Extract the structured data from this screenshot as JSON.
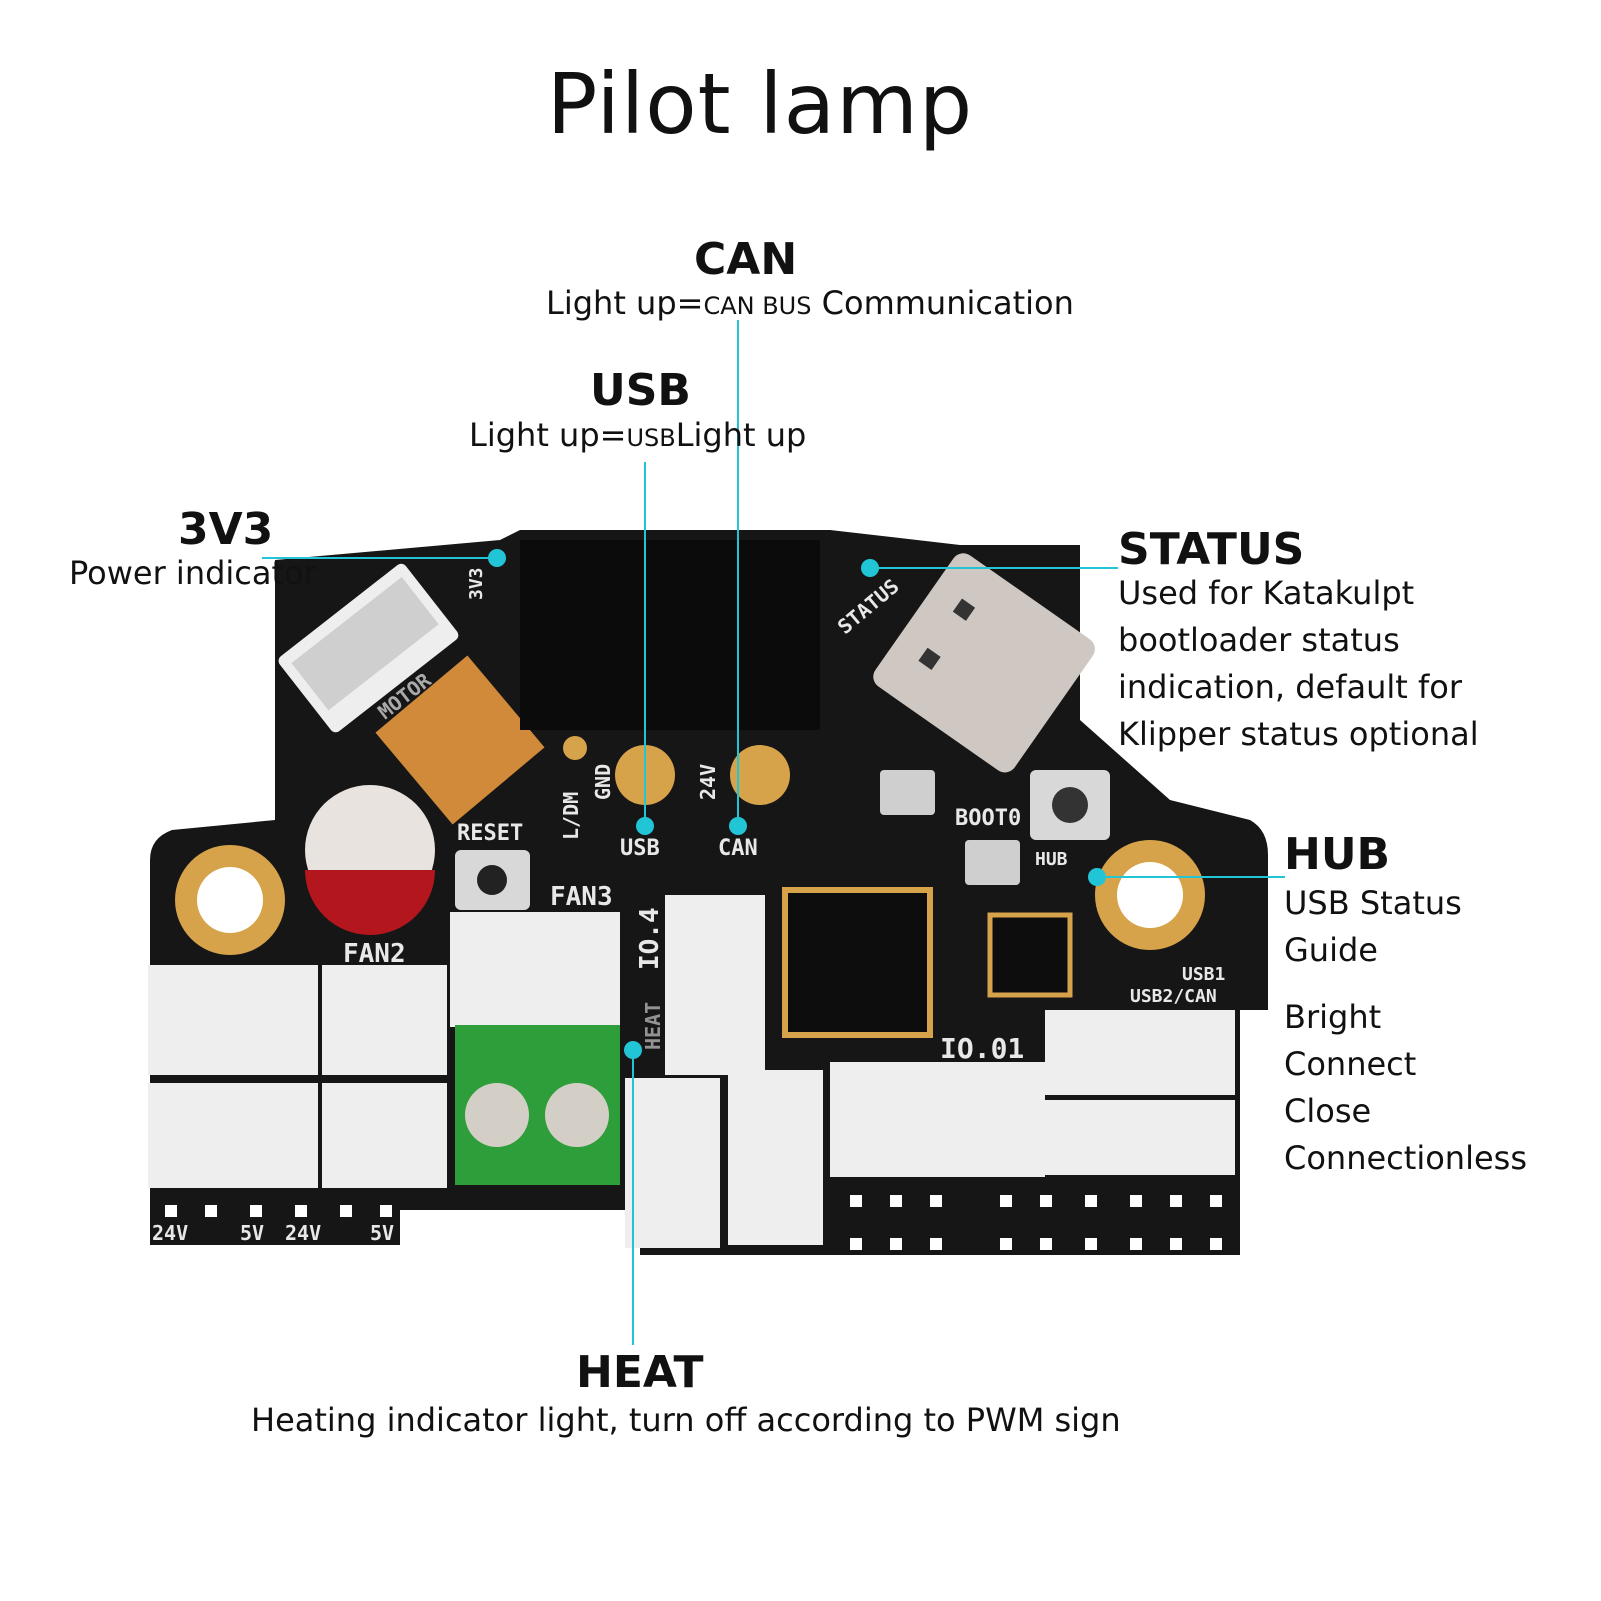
{
  "title": "Pilot lamp",
  "colors": {
    "accent": "#22c5d6",
    "board": "#161616",
    "connector": "#eeeeee",
    "terminal": "#2e9e3a",
    "gold": "#d6a24a"
  },
  "labels": {
    "can": {
      "heading": "CAN",
      "desc_a": "Light up=",
      "desc_b": "CAN BUS",
      "desc_c": " Communication"
    },
    "usb": {
      "heading": "USB",
      "desc_a": "Light up=",
      "desc_b": "USB",
      "desc_c": "Light up"
    },
    "v33": {
      "heading": "3V3",
      "desc": "Power indicator"
    },
    "status": {
      "heading": "STATUS",
      "lines": [
        "Used for Katakulpt",
        "bootloader status",
        "indication, default for",
        "Klipper status optional"
      ]
    },
    "hub": {
      "heading": "HUB",
      "lines": [
        "USB Status",
        "Guide"
      ],
      "states": [
        "Bright",
        "Connect",
        "Close",
        "Connectionless"
      ]
    },
    "heat": {
      "heading": "HEAT",
      "desc": "Heating indicator light, turn off according to PWM sign"
    }
  },
  "silkscreen": {
    "v33": "3V3",
    "motor": "MOTOR",
    "status": "STATUS",
    "reset": "RESET",
    "fan2": "FAN2",
    "fan3": "FAN3",
    "io4": "IO.4",
    "heat": "HEAT",
    "ldm": "L/DM",
    "gnd": "GND",
    "v24": "24V",
    "usb": "USB",
    "can": "CAN",
    "boot0": "BOOT0",
    "hub": "HUB",
    "usb1": "USB1",
    "usb2can": "USB2/CAN",
    "io01": "IO.01",
    "pwr_24v_a": "24V",
    "pwr_5v_a": "5V",
    "pwr_24v_b": "24V",
    "pwr_5v_b": "5V"
  }
}
